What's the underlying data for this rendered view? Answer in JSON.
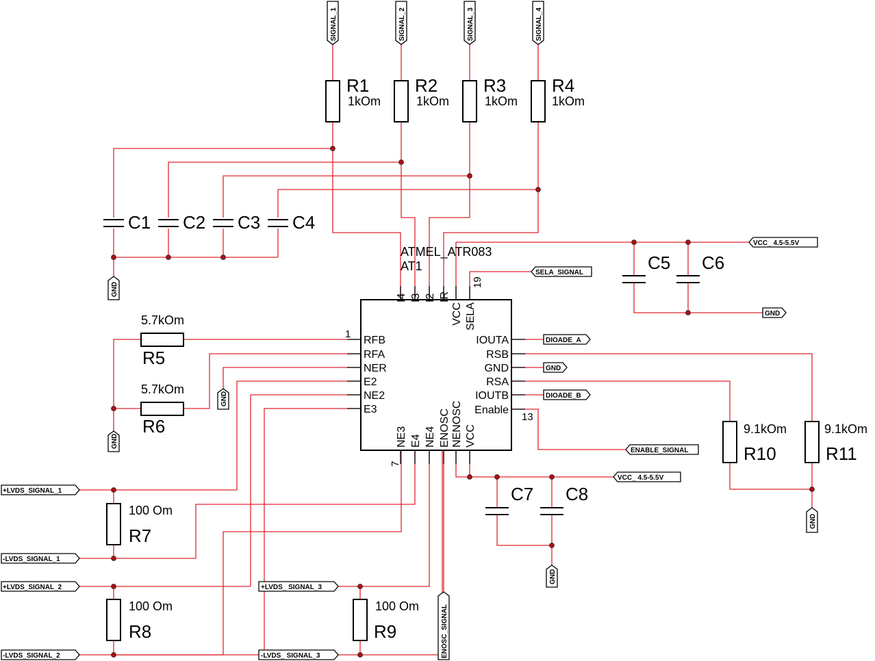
{
  "chip": {
    "part": "ATMEL_ATR083",
    "ref": "AT1"
  },
  "pins": {
    "left": [
      "RFB",
      "RFA",
      "NER",
      "E2",
      "NE2",
      "E3"
    ],
    "right": [
      "IOUTA",
      "RSB",
      "GND",
      "RSA",
      "IOUTB",
      "Enable"
    ],
    "top": [
      "I4",
      "I3",
      "I2",
      "IR",
      "VCC",
      "SELA"
    ],
    "bottom": [
      "NE3",
      "E4",
      "NE4",
      "ENOSC",
      "NENOSC",
      "VCC"
    ],
    "numbers": {
      "p1": "1",
      "p7": "7",
      "p13": "13",
      "p19": "19"
    }
  },
  "resistors": {
    "R1": {
      "ref": "R1",
      "value": "1kOm"
    },
    "R2": {
      "ref": "R2",
      "value": "1kOm"
    },
    "R3": {
      "ref": "R3",
      "value": "1kOm"
    },
    "R4": {
      "ref": "R4",
      "value": "1kOm"
    },
    "R5": {
      "ref": "R5",
      "value": "5.7kOm"
    },
    "R6": {
      "ref": "R6",
      "value": "5.7kOm"
    },
    "R7": {
      "ref": "R7",
      "value": "100 Om"
    },
    "R8": {
      "ref": "R8",
      "value": "100 Om"
    },
    "R9": {
      "ref": "R9",
      "value": "100 Om"
    },
    "R10": {
      "ref": "R10",
      "value": "9.1kOm"
    },
    "R11": {
      "ref": "R11",
      "value": "9.1kOm"
    }
  },
  "capacitors": [
    "C1",
    "C2",
    "C3",
    "C4",
    "C5",
    "C6",
    "C7",
    "C8"
  ],
  "nets": {
    "signal_1": "SIGNAL_1",
    "signal_2": "SIGNAL_2",
    "signal_3": "SIGNAL_3",
    "signal_4": "SIGNAL_4",
    "vcc": "VCC_ 4.5-5.5V",
    "sela": "SELA_SIGNAL",
    "gnd": "GND",
    "dioade_a": "DIOADE_A",
    "dioade_b": "DIOADE_B",
    "enable": "ENABLE_SIGNAL",
    "enosc": "ENOSC_SIGNAL",
    "lvds_p1": "+LVDS_SIGNAL_1",
    "lvds_n1": "-LVDS_SIGNAL_1",
    "lvds_p2": "+LVDS_SIGNAL_2",
    "lvds_n2": "-LVDS_SIGNAL_2",
    "lvds_p3": "+LVDS_ SIGNAL_3",
    "lvds_n3": "-LVDS_ SIGNAL_3"
  }
}
